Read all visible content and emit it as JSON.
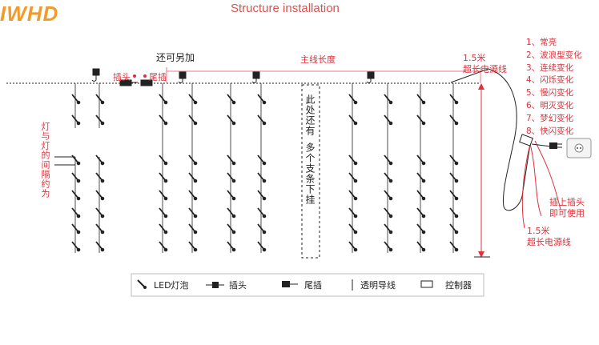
{
  "brand": {
    "logo": "IWHD"
  },
  "header": {
    "title": "Structure installation"
  },
  "labels": {
    "extend": "还可另加",
    "main_length": "主线长度",
    "plug_head": "插头",
    "plug_tail": "尾插",
    "extra_note_col1": "此处还有",
    "extra_note_col2": "多个支条下挂",
    "lamp_spacing": "灯与灯的间隔约为",
    "cable_top_len": "1.5米",
    "cable_top_name": "超长电源线",
    "cable_bottom_len": "1.5米",
    "cable_bottom_name": "超长电源线",
    "plug_in": "插上插头",
    "ready": "即可使用"
  },
  "modes": [
    "1、常亮",
    "2、波浪型变化",
    "3、连续变化",
    "4、闪烁变化",
    "5、慢闪变化",
    "6、明灭变化",
    "7、梦幻变化",
    "8、快闪变化"
  ],
  "legend": {
    "led": "LED灯泡",
    "plug": "插头",
    "tail": "尾插",
    "wire": "透明导线",
    "controller": "控制器"
  },
  "colors": {
    "accent": "#e0313a",
    "logo": "#f39a2a",
    "line": "#222222",
    "dim": "#e87a88"
  }
}
